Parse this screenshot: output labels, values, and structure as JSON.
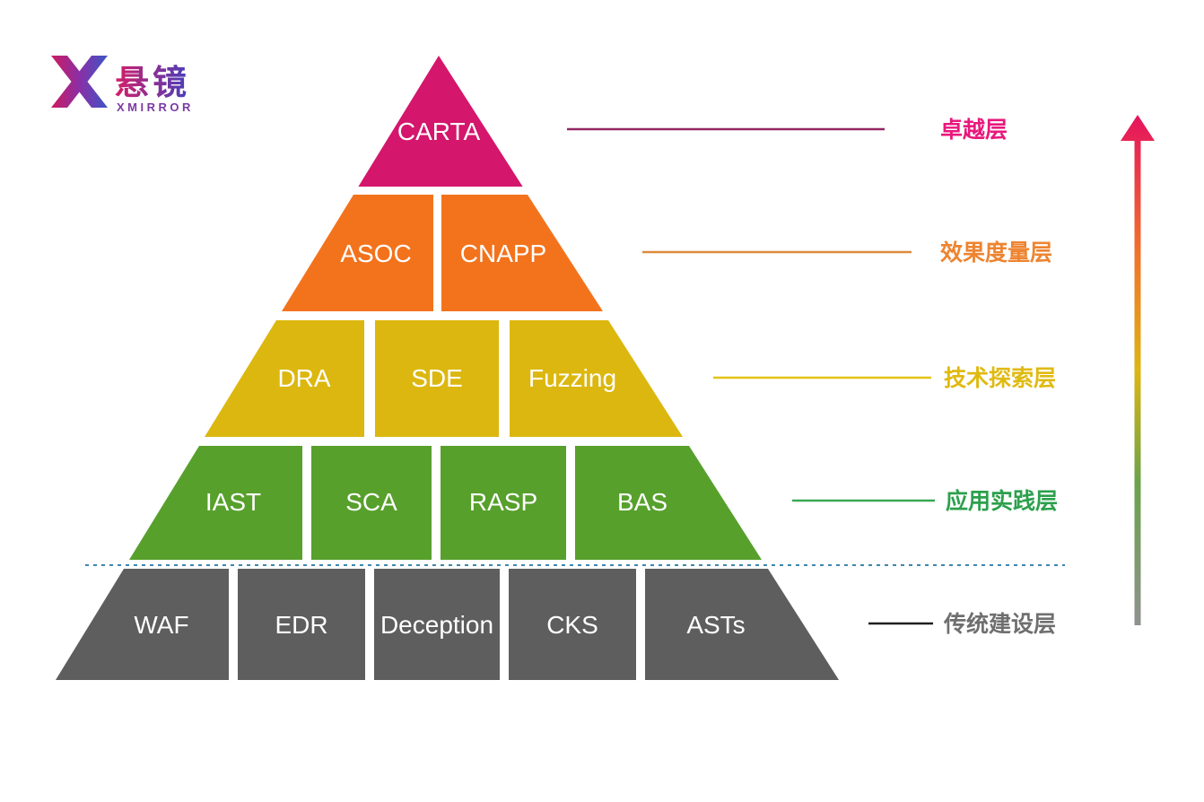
{
  "logo": {
    "name": "悬镜",
    "subtitle": "XMIRROR",
    "icon_gradient": [
      "#cc1b60",
      "#8b2fa6",
      "#3c56c5"
    ],
    "name_gradient": [
      "#d01f6a",
      "#4b3eb8"
    ],
    "subtitle_color": "#7b3aa4"
  },
  "pyramid": {
    "separator_color": "#3e86ad",
    "layers": [
      {
        "label": "卓越层",
        "block_color": "#d4166c",
        "line_color": "#942663",
        "label_color": "#e8187c",
        "items": [
          "CARTA"
        ]
      },
      {
        "label": "效果度量层",
        "block_color": "#f3731d",
        "line_color": "#dd8b3c",
        "label_color": "#ed8430",
        "items": [
          "ASOC",
          "CNAPP"
        ]
      },
      {
        "label": "技术探索层",
        "block_color": "#dcb70f",
        "line_color": "#e6c217",
        "label_color": "#e0ba10",
        "items": [
          "DRA",
          "SDE",
          "Fuzzing"
        ]
      },
      {
        "label": "应用实践层",
        "block_color": "#57a02c",
        "line_color": "#3aa855",
        "label_color": "#2ca04c",
        "items": [
          "IAST",
          "SCA",
          "RASP",
          "BAS"
        ]
      },
      {
        "label": "传统建设层",
        "block_color": "#5e5e5e",
        "line_color": "#1f1f1f",
        "label_color": "#6f6f6f",
        "items": [
          "WAF",
          "EDR",
          "Deception",
          "CKS",
          "ASTs"
        ]
      }
    ]
  },
  "arrow": {
    "gradient": [
      "#e5135e",
      "#f0722c",
      "#ddb513",
      "#6ba34b",
      "#8f928e"
    ]
  }
}
